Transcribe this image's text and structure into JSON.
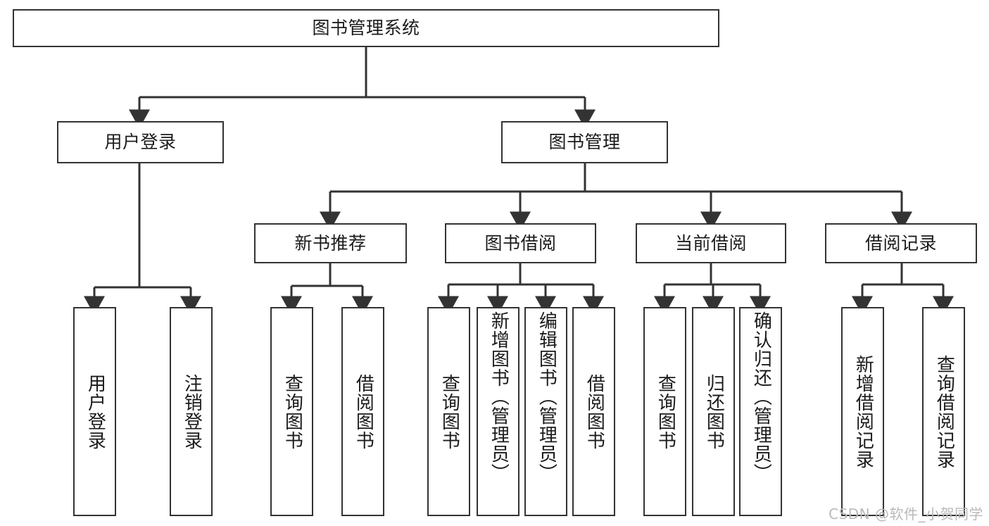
{
  "diagram": {
    "type": "tree",
    "title": "图书管理系统",
    "watermark": "CSDN @软件_小贺同学",
    "colors": {
      "box_border": "#333333",
      "box_fill": "#ffffff",
      "edge": "#333333",
      "text": "#1b1b1b",
      "watermark": "#b9b9b9",
      "background": "#ffffff"
    },
    "levels": {
      "root": "图书管理系统",
      "level2": [
        "用户登录",
        "图书管理"
      ],
      "level3": [
        "新书推荐",
        "图书借阅",
        "当前借阅",
        "借阅记录"
      ]
    },
    "nodes": {
      "root": {
        "label": "图书管理系统"
      },
      "user_login": {
        "label": "用户登录"
      },
      "book_manage": {
        "label": "图书管理"
      },
      "new_book_rec": {
        "label": "新书推荐"
      },
      "book_borrow": {
        "label": "图书借阅"
      },
      "current_borrow": {
        "label": "当前借阅"
      },
      "borrow_record": {
        "label": "借阅记录"
      },
      "leaf_user_login": {
        "label": "用户登录"
      },
      "leaf_logout": {
        "label": "注销登录"
      },
      "leaf_query_book_1": {
        "label": "查询图书"
      },
      "leaf_borrow_book_1": {
        "label": "借阅图书"
      },
      "leaf_query_book_2": {
        "label": "查询图书"
      },
      "leaf_add_book": {
        "label": "新增图书（管理员）"
      },
      "leaf_edit_book": {
        "label": "编辑图书（管理员）"
      },
      "leaf_borrow_book_2": {
        "label": "借阅图书"
      },
      "leaf_query_book_3": {
        "label": "查询图书"
      },
      "leaf_return_book": {
        "label": "归还图书"
      },
      "leaf_confirm_return": {
        "label": "确认归还（管理员）"
      },
      "leaf_add_record": {
        "label": "新增借阅记录"
      },
      "leaf_query_record": {
        "label": "查询借阅记录"
      }
    },
    "edges": [
      {
        "from": "root",
        "to": "user_login"
      },
      {
        "from": "root",
        "to": "book_manage"
      },
      {
        "from": "user_login",
        "to": "leaf_user_login"
      },
      {
        "from": "user_login",
        "to": "leaf_logout"
      },
      {
        "from": "book_manage",
        "to": "new_book_rec"
      },
      {
        "from": "book_manage",
        "to": "book_borrow"
      },
      {
        "from": "book_manage",
        "to": "current_borrow"
      },
      {
        "from": "book_manage",
        "to": "borrow_record"
      },
      {
        "from": "new_book_rec",
        "to": "leaf_query_book_1"
      },
      {
        "from": "new_book_rec",
        "to": "leaf_borrow_book_1"
      },
      {
        "from": "book_borrow",
        "to": "leaf_query_book_2"
      },
      {
        "from": "book_borrow",
        "to": "leaf_add_book"
      },
      {
        "from": "book_borrow",
        "to": "leaf_edit_book"
      },
      {
        "from": "book_borrow",
        "to": "leaf_borrow_book_2"
      },
      {
        "from": "current_borrow",
        "to": "leaf_query_book_3"
      },
      {
        "from": "current_borrow",
        "to": "leaf_return_book"
      },
      {
        "from": "current_borrow",
        "to": "leaf_confirm_return"
      },
      {
        "from": "borrow_record",
        "to": "leaf_add_record"
      },
      {
        "from": "borrow_record",
        "to": "leaf_query_record"
      }
    ]
  }
}
